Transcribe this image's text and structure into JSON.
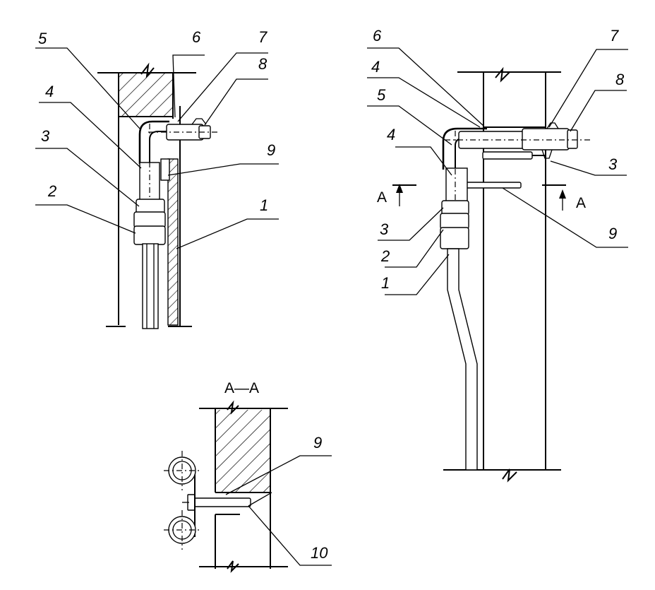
{
  "figure_left": {
    "labels": [
      "5",
      "6",
      "7",
      "8",
      "4",
      "9",
      "3",
      "2",
      "1"
    ]
  },
  "figure_right": {
    "labels": [
      "6",
      "7",
      "4",
      "8",
      "5",
      "4",
      "3",
      "A",
      "A",
      "3",
      "9",
      "2",
      "1"
    ]
  },
  "figure_section": {
    "title": "A—A",
    "labels": [
      "9",
      "10"
    ]
  }
}
